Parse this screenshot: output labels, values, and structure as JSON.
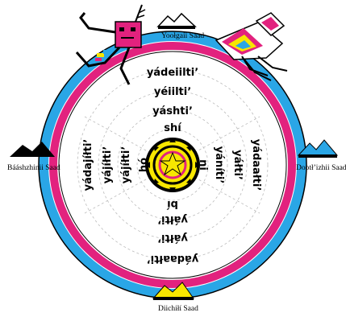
{
  "mountains": {
    "north": "Yoołgaii Saad",
    "east": "Dootłʼizhii Saad",
    "south": "Diichiłí Saad",
    "west": "Bááshzhinii Saad"
  },
  "words": {
    "center_top": "shí",
    "center_left": "hó",
    "center_right": "ni",
    "center_bottom": "bí",
    "north": [
      "yáshtiʼ",
      "yéiiltiʼ",
      "yádeiiltiʼ"
    ],
    "east": [
      "yánítiʼ",
      "yáłtiʼ",
      "yádaałtiʼ"
    ],
    "south": [
      "yáłtiʼ",
      "yáłtiʼ",
      "yádaałtiʼ"
    ],
    "west": [
      "yájíłtiʼ",
      "yájíłtiʼ",
      "yádajíłtiʼ"
    ]
  },
  "colors": {
    "ring_blue": "#2aa6e6",
    "ring_pink": "#e2227e",
    "center_yellow": "#f7e600",
    "center_black": "#000000"
  },
  "icons": [
    "holy-being-figure-icon",
    "weaving-figure-icon",
    "sun-star-icon"
  ]
}
